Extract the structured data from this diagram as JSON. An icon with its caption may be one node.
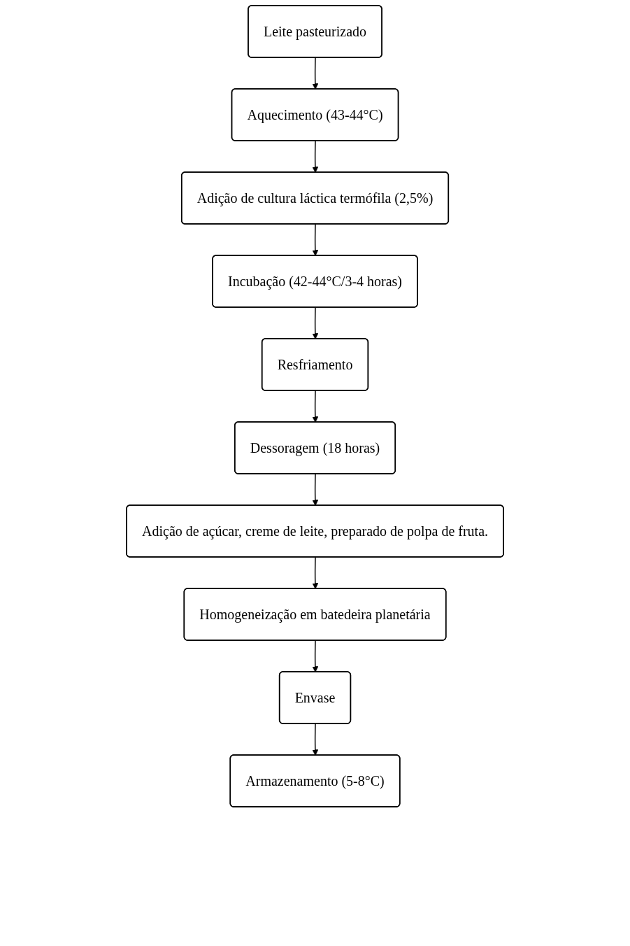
{
  "diagram": {
    "nodes": [
      {
        "text": [
          "Leite pasteurizado"
        ]
      },
      {
        "text": [
          "Aquecimento (43-44°C)"
        ]
      },
      {
        "text": [
          "Adição de cultura láctica termófila (2,5%)"
        ]
      },
      {
        "text": [
          "Incubação (42-44°C/3-4 horas)"
        ]
      },
      {
        "text": [
          "Resfriamento"
        ]
      },
      {
        "text": [
          "Dessoragem (18 horas)"
        ]
      },
      {
        "text": [
          "Adição de açúcar, creme de leite, preparado de polpa de fruta."
        ]
      },
      {
        "text": [
          "Homogeneização em batedeira planetária"
        ]
      },
      {
        "text": [
          "Envase"
        ]
      },
      {
        "text": [
          "Armazenamento (5-8°C)"
        ]
      }
    ],
    "edges": [
      {
        "from": 0,
        "to": 1,
        "arrow": "to"
      },
      {
        "from": 1,
        "to": 2,
        "arrow": "to"
      },
      {
        "from": 2,
        "to": 3,
        "arrow": "to"
      },
      {
        "from": 3,
        "to": 4,
        "arrow": "to"
      },
      {
        "from": 4,
        "to": 5,
        "arrow": "to"
      },
      {
        "from": 5,
        "to": 6,
        "arrow": "to"
      },
      {
        "from": 6,
        "to": 7,
        "arrow": "to"
      },
      {
        "from": 7,
        "to": 8,
        "arrow": "to"
      },
      {
        "from": 8,
        "to": 9,
        "arrow": "to"
      }
    ]
  }
}
